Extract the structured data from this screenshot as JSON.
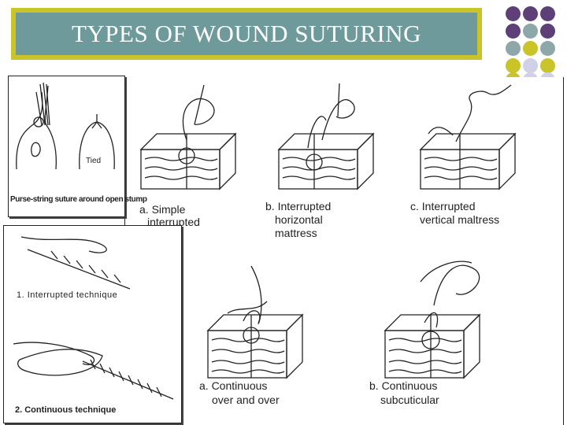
{
  "slide": {
    "title": "TYPES OF WOUND SUTURING"
  },
  "colors": {
    "title_frame": "#c8c42a",
    "title_fill": "#6e9a9b",
    "dot_purple": "#5e3f78",
    "dot_teal": "#8ea7a8",
    "dot_olive": "#c8c42a",
    "dot_lavender": "#d0d0e6"
  },
  "figure_left_top": {
    "tied_label": "Tied",
    "caption": "Purse-string suture around open stump"
  },
  "figure_left_bottom": {
    "label_1": "1. Interrupted technique",
    "label_2": "2. Continuous technique"
  },
  "figure_main": {
    "a_line1": "a. Simple",
    "a_line2": "interrupted",
    "b_line1": "b. Interrupted",
    "b_line2": "horizontal",
    "b_line3": "mattress",
    "c_line1": "c. Interrupted",
    "c_line2": "vertical maltress",
    "d_line1": "a. Continuous",
    "d_line2": "over and over",
    "e_line1": "b. Continuous",
    "e_line2": "subcuticular"
  }
}
